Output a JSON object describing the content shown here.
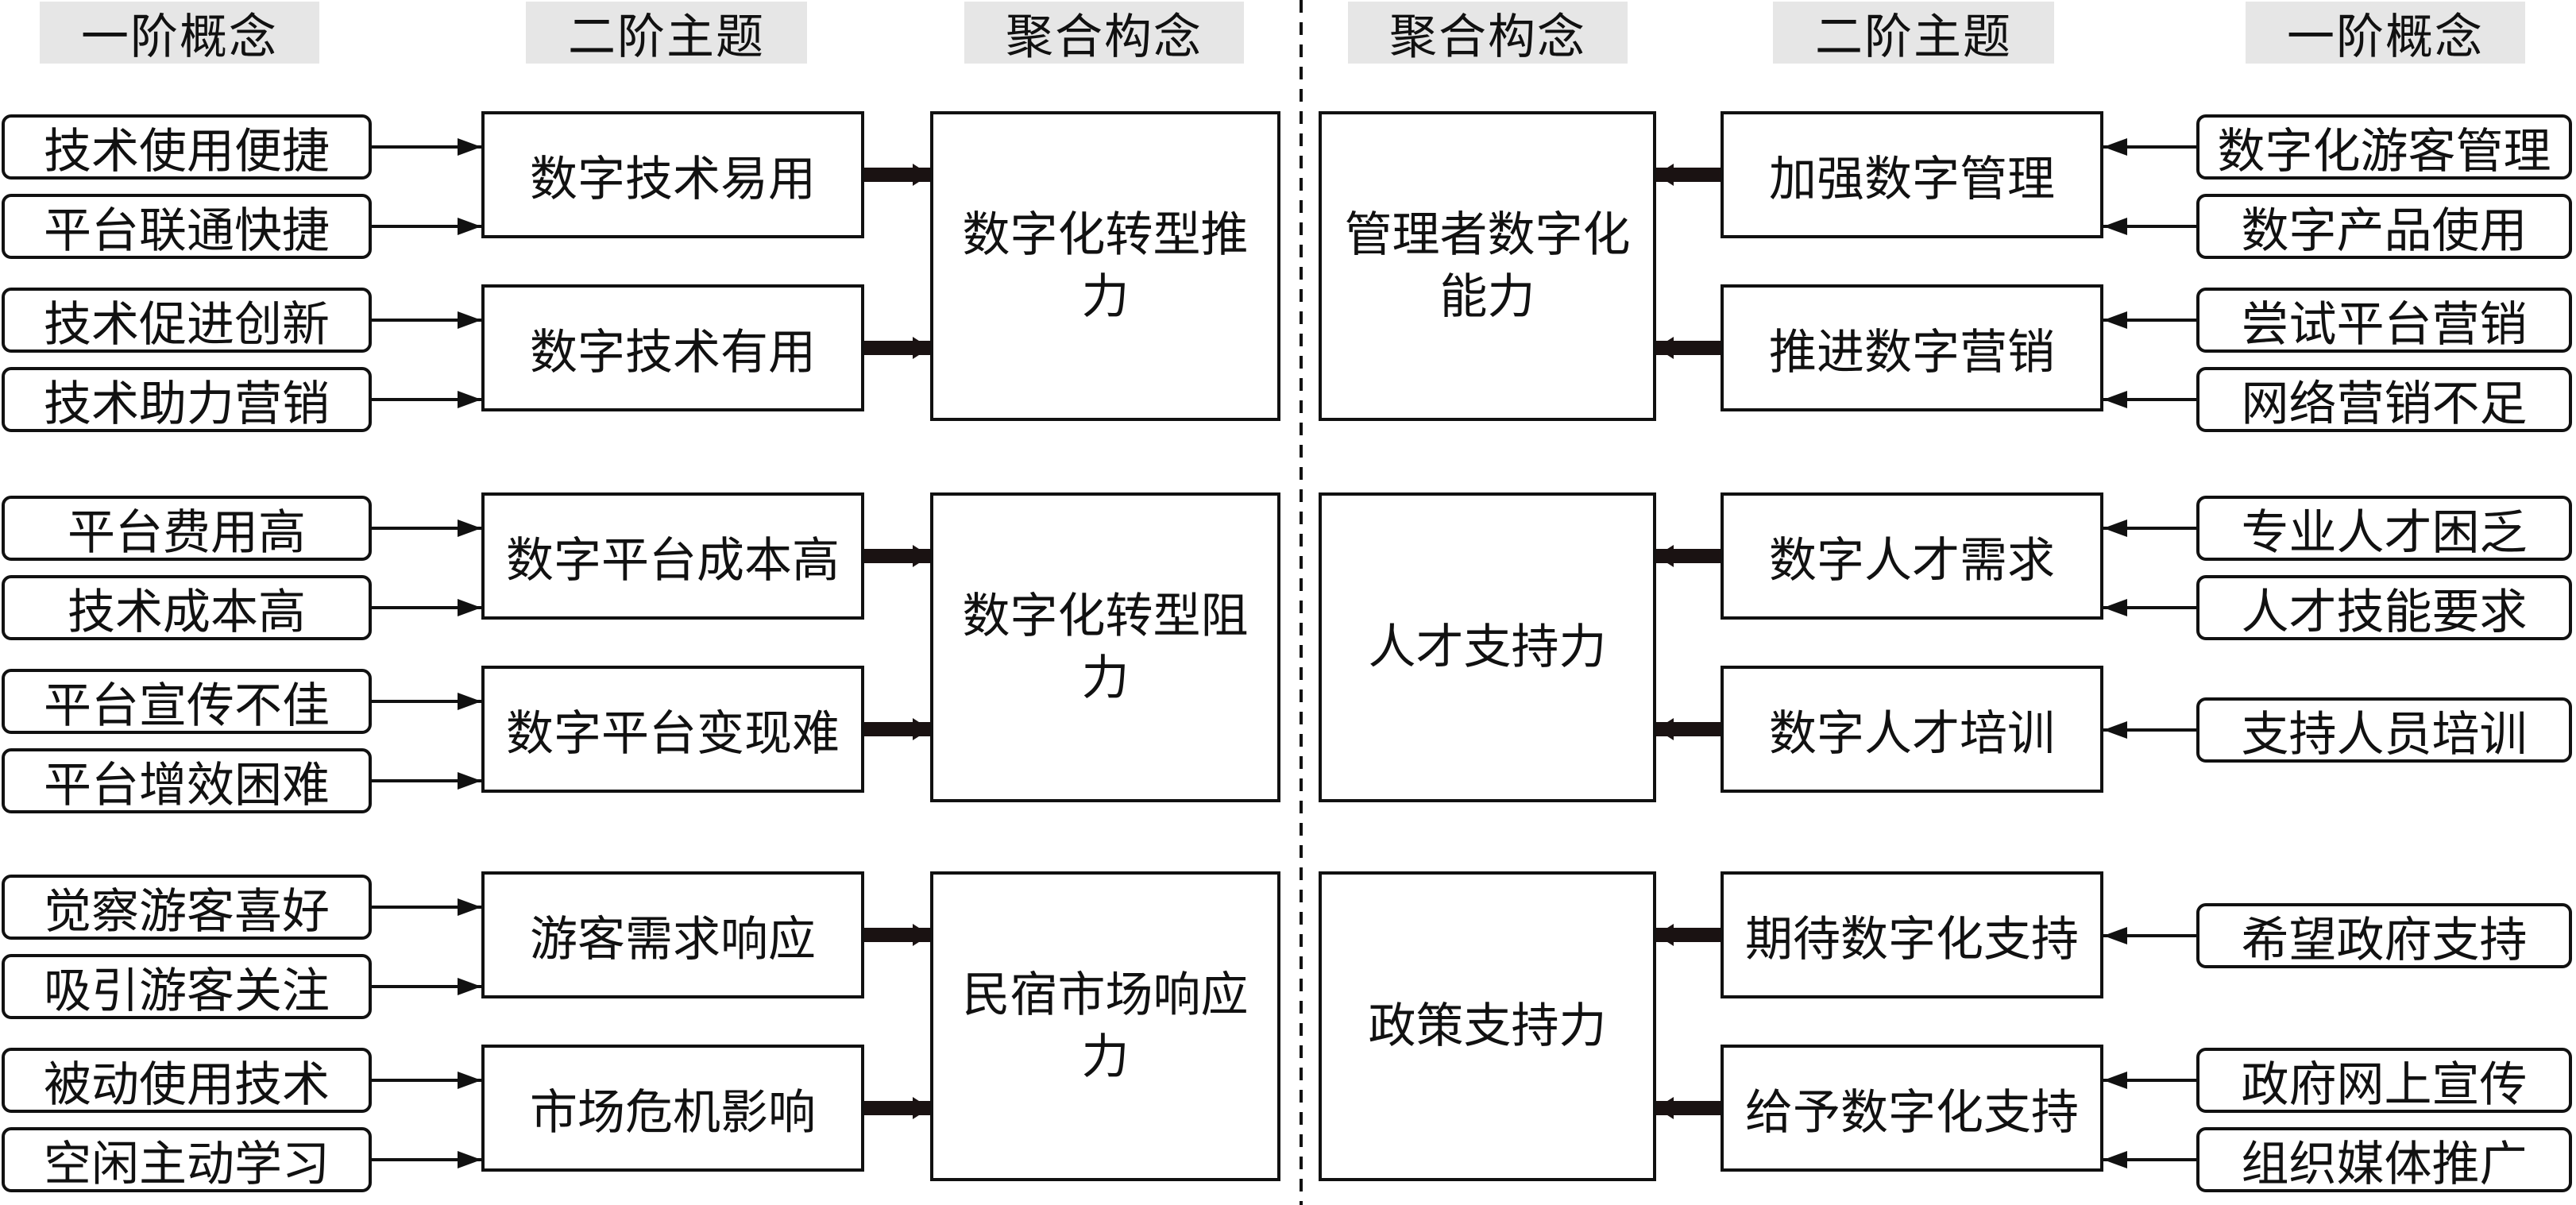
{
  "headers": {
    "left": [
      "一阶概念",
      "二阶主题",
      "聚合构念"
    ],
    "right": [
      "聚合构念",
      "二阶主题",
      "一阶概念"
    ]
  },
  "left": [
    {
      "aggregate": "数字化转型推力",
      "themes": [
        {
          "label": "数字技术易用",
          "concepts": [
            "技术使用便捷",
            "平台联通快捷"
          ]
        },
        {
          "label": "数字技术有用",
          "concepts": [
            "技术促进创新",
            "技术助力营销"
          ]
        }
      ]
    },
    {
      "aggregate": "数字化转型阻力",
      "themes": [
        {
          "label": "数字平台成本高",
          "concepts": [
            "平台费用高",
            "技术成本高"
          ]
        },
        {
          "label": "数字平台变现难",
          "concepts": [
            "平台宣传不佳",
            "平台增效困难"
          ]
        }
      ]
    },
    {
      "aggregate": "民宿市场响应力",
      "themes": [
        {
          "label": "游客需求响应",
          "concepts": [
            "觉察游客喜好",
            "吸引游客关注"
          ]
        },
        {
          "label": "市场危机影响",
          "concepts": [
            "被动使用技术",
            "空闲主动学习"
          ]
        }
      ]
    }
  ],
  "right": [
    {
      "aggregate": "管理者数字化能力",
      "themes": [
        {
          "label": "加强数字管理",
          "concepts": [
            "数字化游客管理",
            "数字产品使用"
          ]
        },
        {
          "label": "推进数字营销",
          "concepts": [
            "尝试平台营销",
            "网络营销不足"
          ]
        }
      ]
    },
    {
      "aggregate": "人才支持力",
      "themes": [
        {
          "label": "数字人才需求",
          "concepts": [
            "专业人才困乏",
            "人才技能要求"
          ]
        },
        {
          "label": "数字人才培训",
          "concepts": [
            "支持人员培训"
          ]
        }
      ]
    },
    {
      "aggregate": "政策支持力",
      "themes": [
        {
          "label": "期待数字化支持",
          "concepts": [
            "希望政府支持"
          ]
        },
        {
          "label": "给予数字化支持",
          "concepts": [
            "政府网上宣传",
            "组织媒体推广"
          ]
        }
      ]
    }
  ]
}
